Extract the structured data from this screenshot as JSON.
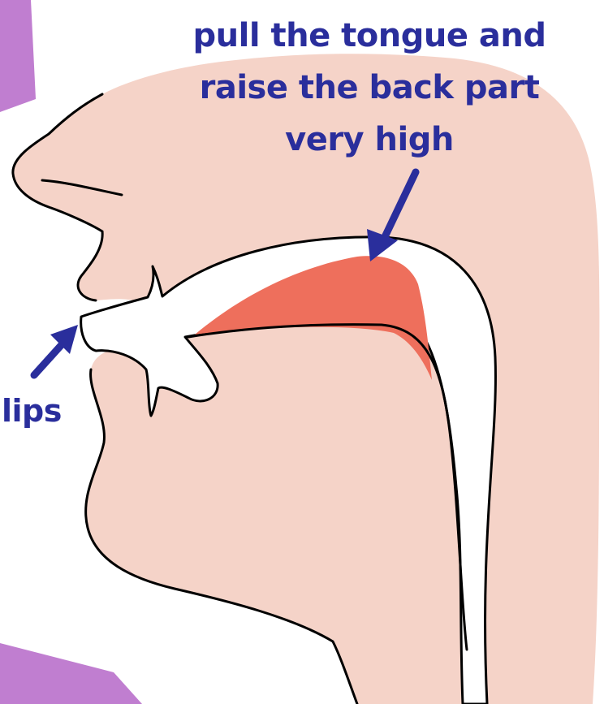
{
  "annotations": {
    "tongue_instruction_lines": [
      "pull the tongue and",
      "raise the back part",
      "very high"
    ],
    "lips_label": "lips"
  },
  "colors": {
    "skin": "#f5d3c8",
    "tongue": "#ee6f5c",
    "arrow_and_text": "#2a2e9c",
    "outline": "#000000",
    "corner_decoration": "#c07ed0"
  }
}
